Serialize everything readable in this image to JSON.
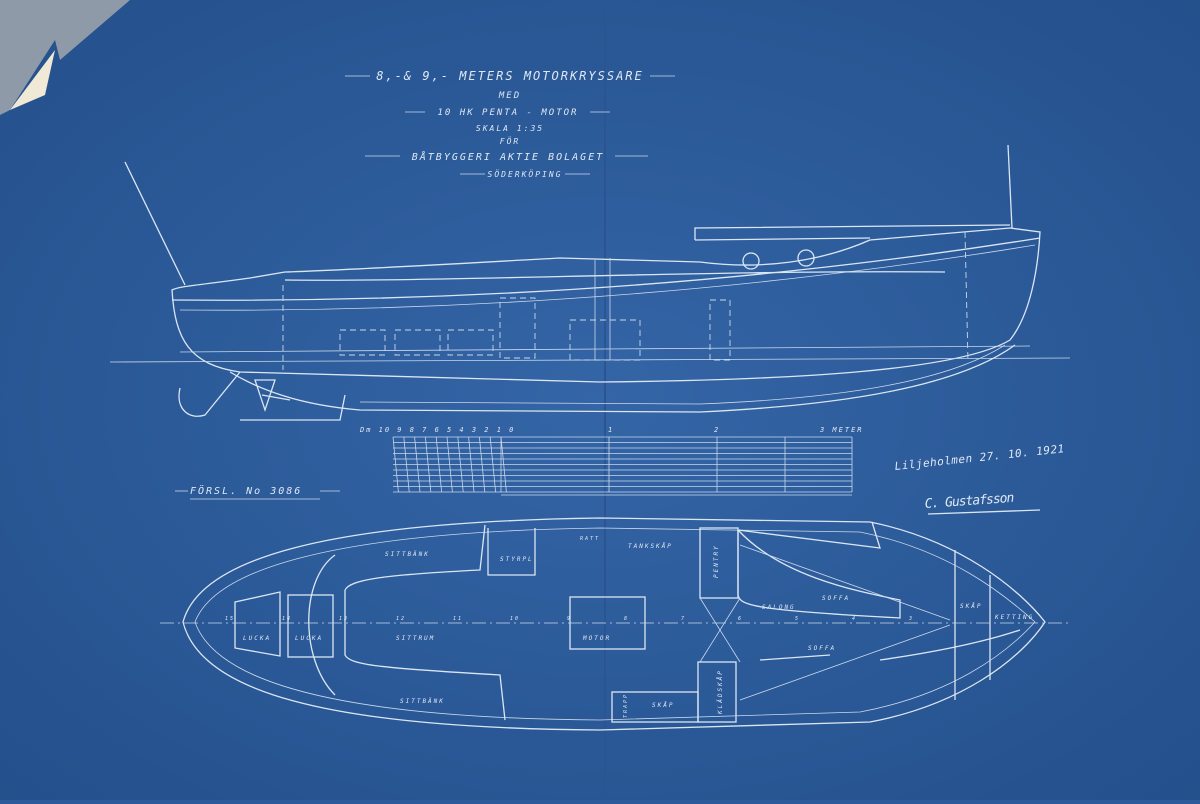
{
  "title": {
    "line1": "8,-& 9,- METERS MOTORKRYSSARE",
    "line2": "MED",
    "line3": "10 HK PENTA - MOTOR",
    "line4": "SKALA 1:35",
    "line5": "FÖR",
    "line6": "BÅTBYGGERI AKTIE BOLAGET",
    "line7": "SÖDERKÖPING"
  },
  "drawing_number": "FÖRSL. No 3086",
  "place_date": "Liljeholmen 27. 10. 1921",
  "signature": "C. Gustafsson",
  "scale_bar": {
    "left_label": "Dm 10 9 8 7 6 5 4 3 2 1 0",
    "tick_1": "1",
    "tick_2": "2",
    "right_label": "3 METER"
  },
  "plan_labels": {
    "sittbank_top": "SITTBÄNK",
    "sittbank_bottom": "SITTBÄNK",
    "lucka_1": "LUCKA",
    "lucka_2": "LUCKA",
    "sittrum": "SITTRUM",
    "motor": "MOTOR",
    "styrpl": "STYRPL.",
    "ratt": "RATT",
    "tankskap": "TANKSKÅP",
    "pentry": "PENTRY",
    "soffa_top": "SOFFA",
    "soffa_bottom": "SOFFA",
    "salong": "SALONG",
    "skap_bow": "SKÅP",
    "ketting": "KETTING",
    "kladskap": "KLÄDSKÅP",
    "trapp": "TRAPP",
    "skap_aft": "SKÅP"
  },
  "frame_numbers": [
    "15",
    "14",
    "13",
    "12",
    "11",
    "10",
    "9",
    "8",
    "7",
    "6",
    "5",
    "4",
    "3"
  ],
  "colors": {
    "paper": "#2c5a9a",
    "line": "#dbe6f3"
  }
}
